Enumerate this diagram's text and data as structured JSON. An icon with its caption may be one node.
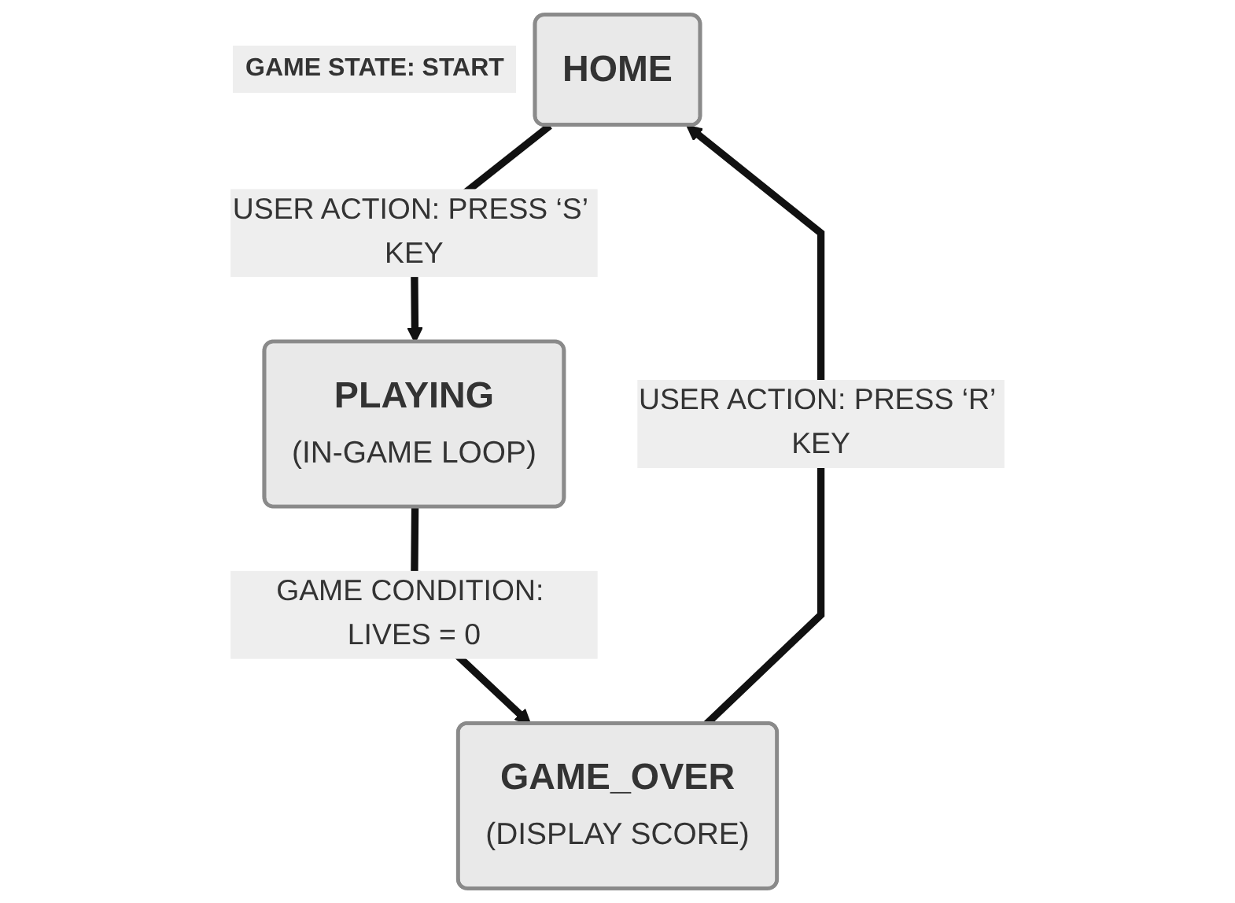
{
  "diagram": {
    "nodes": [
      {
        "text": [
          "HOME"
        ],
        "beside": [
          "GAME STATE: START"
        ]
      },
      {
        "text": [
          "PLAYING",
          "(IN-GAME LOOP)"
        ]
      },
      {
        "text": [
          "GAME_OVER",
          "(DISPLAY SCORE)"
        ]
      }
    ],
    "edges": [
      {
        "from": 0,
        "to": 1,
        "arrow": "to",
        "label": "USER ACTION: PRESS ‘S’ KEY"
      },
      {
        "from": 1,
        "to": 2,
        "arrow": "to",
        "label": "GAME CONDITION: LIVES = 0"
      },
      {
        "from": 2,
        "to": 0,
        "arrow": "to",
        "label": "USER ACTION: PRESS ‘R’ KEY"
      }
    ]
  }
}
